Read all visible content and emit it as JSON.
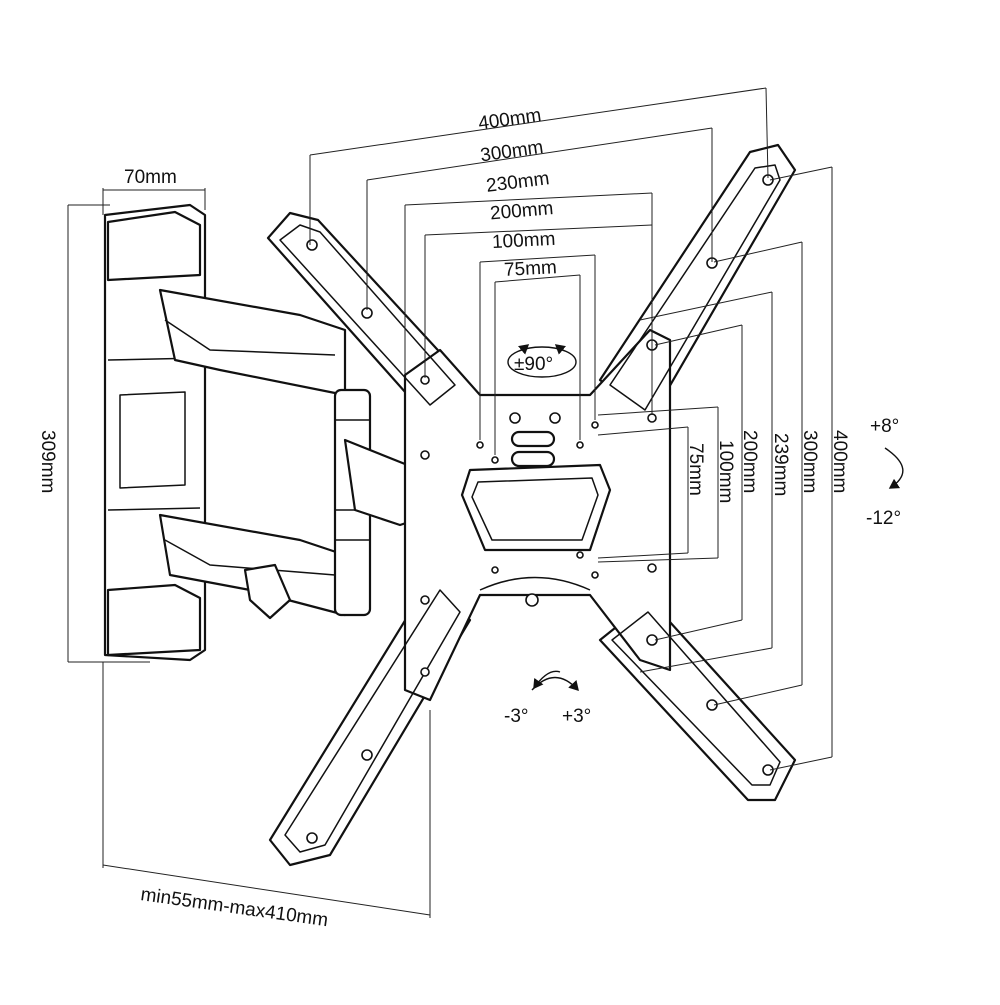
{
  "diagram": {
    "plate_widths": {
      "w400": "400mm",
      "w300": "300mm",
      "w230": "230mm",
      "w200": "200mm",
      "w100": "100mm",
      "w75": "75mm"
    },
    "plate_heights": {
      "h75": "75mm",
      "h100": "100mm",
      "h200": "200mm",
      "h239": "239mm",
      "h300": "300mm",
      "h400": "400mm"
    },
    "wall_plate_width": "70mm",
    "wall_plate_height": "309mm",
    "extension": "min55mm-max410mm",
    "rotation": "±90°",
    "tilt_up": "+8°",
    "tilt_down": "-12°",
    "level_left": "-3°",
    "level_right": "+3°"
  },
  "colors": {
    "line": "#111111",
    "background": "#ffffff"
  }
}
